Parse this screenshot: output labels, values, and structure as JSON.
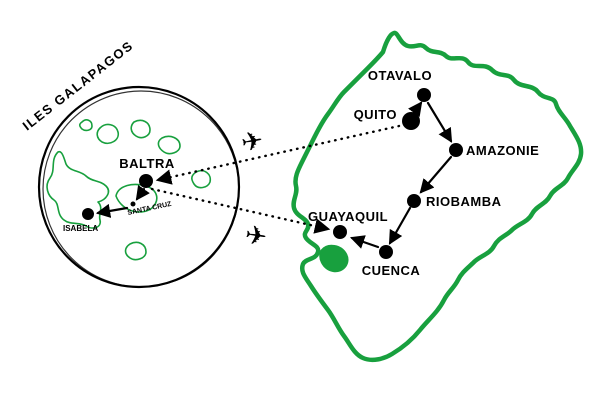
{
  "colors": {
    "outline_green": "#18a03e",
    "route_black": "#000000",
    "background": "#ffffff"
  },
  "galapagos": {
    "region_label": "ILES GALAPAGOS",
    "points": {
      "baltra": "BALTRA",
      "santa_cruz": "SANTA CRUZ",
      "isabela": "ISABELA"
    }
  },
  "mainland": {
    "points": {
      "otavalo": "OTAVALO",
      "quito": "QUITO",
      "amazonie": "AMAZONIE",
      "riobamba": "RIOBAMBA",
      "cuenca": "CUENCA",
      "guayaquil": "GUAYAQUIL"
    }
  },
  "icons": {
    "plane": "✈"
  }
}
